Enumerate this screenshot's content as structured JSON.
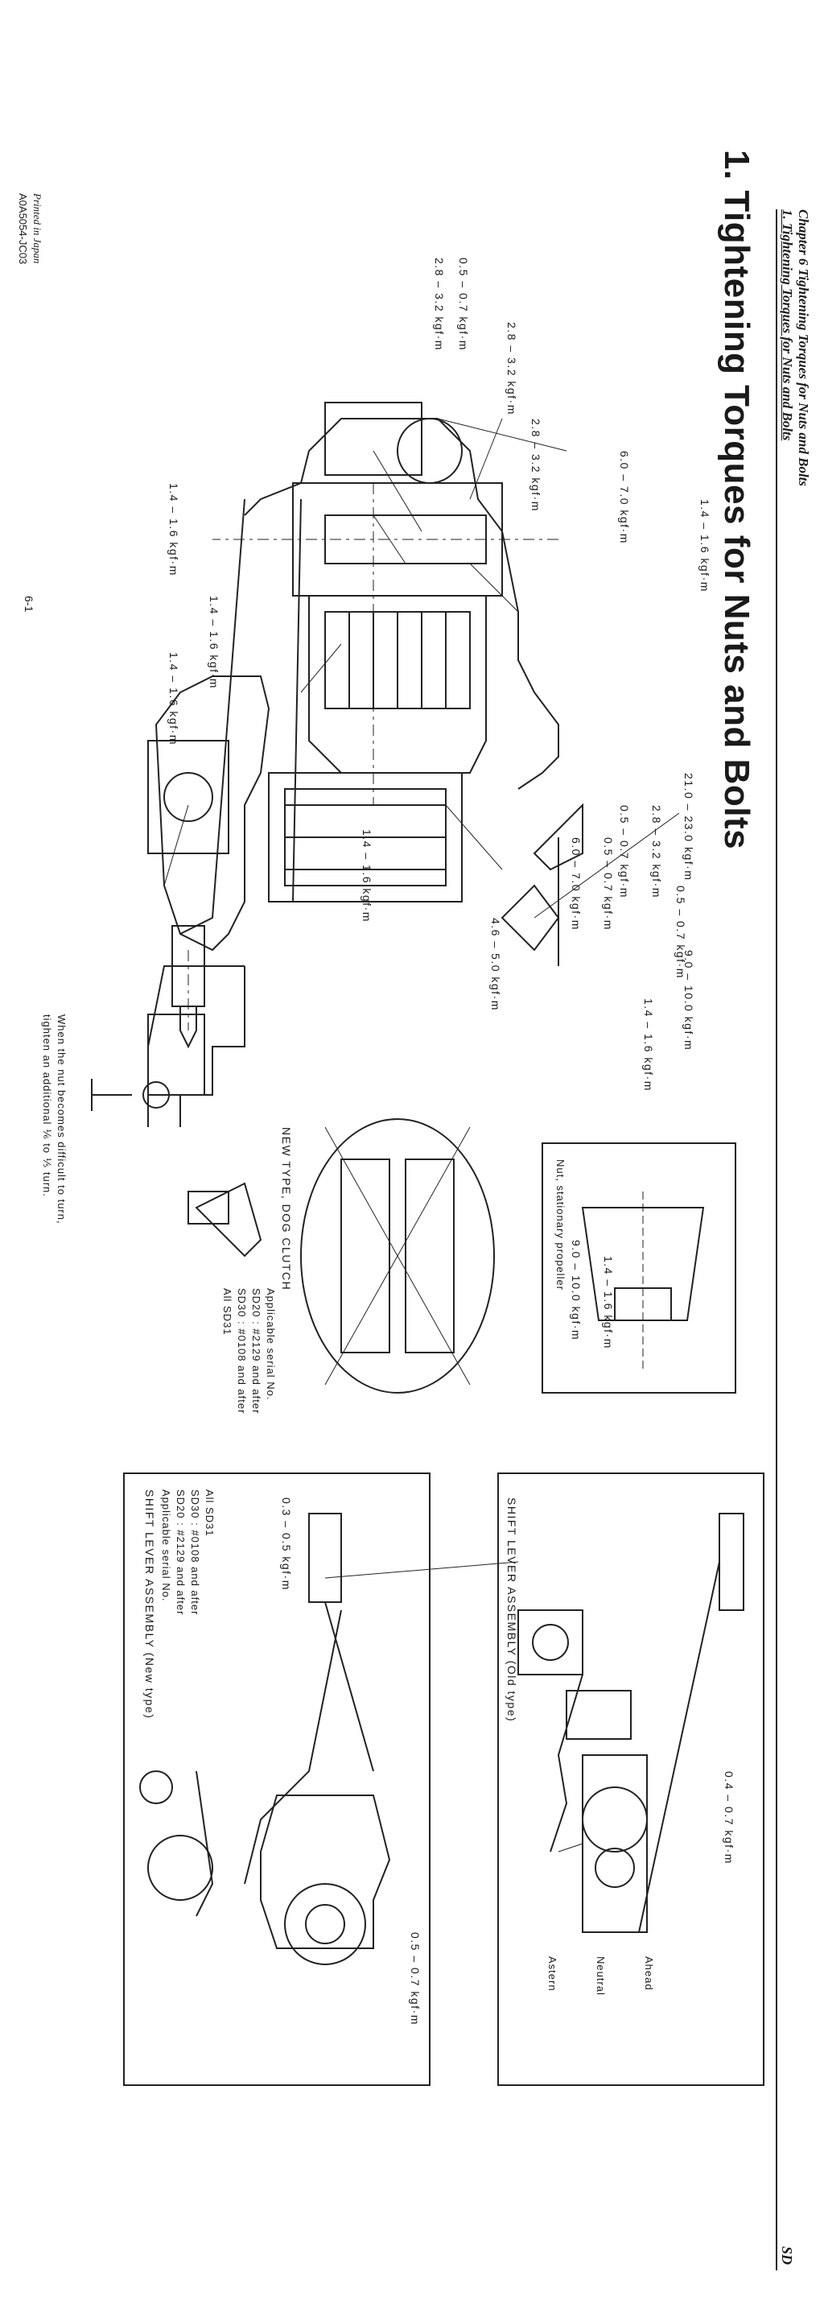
{
  "header": {
    "chapter_line": "Chapter 6 Tightening Torques for Nuts and Bolts",
    "section_line": "1. Tightening Torques for Nuts and Bolts",
    "model_tag": "SD"
  },
  "title": "1. Tightening Torques for Nuts and Bolts",
  "torque_labels": {
    "t1": "1.4 – 1.6 kgf·m",
    "t2": "1.4 – 1.6 kgf·m",
    "t3": "1.4 – 1.6 kgf·m",
    "t4": "0.5 – 0.7 kgf·m",
    "t5": "2.8 – 3.2 kgf·m",
    "t6": "2.8 – 3.2 kgf·m",
    "t7": "2.8 – 3.2 kgf·m",
    "t8": "6.0 – 7.0 kgf·m",
    "t9": "1.4 – 1.6 kgf·m",
    "t10": "1.4 – 1.6 kgf·m",
    "t11": "0.5 – 0.7 kgf·m",
    "t12": "6.0 – 7.0 kgf·m",
    "t13": "4.6 – 5.0 kgf·m",
    "t14": "0.5 – 0.7 kgf·m",
    "t15": "2.8 – 3.2 kgf·m",
    "t16": "21.0 – 23.0 kgf·m",
    "t17": "0.5 – 0.7 kgf·m",
    "t18": "9.0 – 10.0 kgf·m",
    "t19": "1.4 – 1.6 kgf·m",
    "t20": "1.4 – 1.6 kgf·m",
    "t21": "9.0 – 10.0 kgf·m",
    "t22": "0.3 – 0.5 kgf·m",
    "t23": "0.5 – 0.7 kgf·m",
    "t24": "0.4 – 0.7 kgf·m"
  },
  "nut_note": {
    "line1": "When the nut becomes difficult to turn,",
    "line2": "tighten an additional ⅙ to ⅕ turn."
  },
  "dog_clutch": {
    "title": "NEW TYPE, DOG CLUTCH",
    "line1": "Applicable serial No.",
    "line2": "SD20 : #2129 and after",
    "line3": "SD30 : #0108 and after",
    "line4": "All SD31"
  },
  "propeller_box": {
    "caption": "Nut, stationary propeller"
  },
  "shift_new": {
    "title": "SHIFT LEVER ASSEMBLY (New type)",
    "line1": "Applicable serial No.",
    "line2": "SD20 : #2129 and after",
    "line3": "SD30 : #0108 and after",
    "line4": "All SD31"
  },
  "shift_old": {
    "title": "SHIFT LEVER ASSEMBLY (Old type)",
    "astern": "Astern",
    "neutral": "Neutral",
    "ahead": "Ahead"
  },
  "footer": {
    "printed": "Printed in Japan",
    "code": "A0A5054-JC03",
    "page": "6-1"
  }
}
